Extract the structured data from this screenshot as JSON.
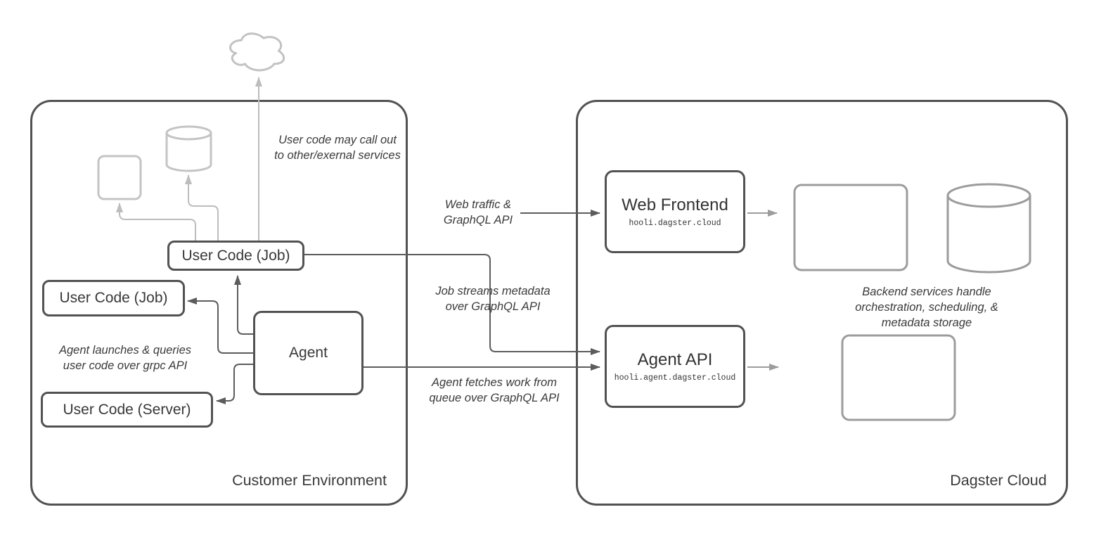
{
  "colors": {
    "stroke_dark": "#525252",
    "stroke_light": "#c2c2c2",
    "stroke_medium": "#9c9c9c",
    "arrow_dark": "#5c5c5c",
    "text": "#383838",
    "background": "#ffffff"
  },
  "customer_environment": {
    "label": "Customer Environment",
    "nodes": {
      "user_code_job_top": {
        "label": "User Code (Job)"
      },
      "user_code_job_left": {
        "label": "User Code (Job)"
      },
      "user_code_server": {
        "label": "User Code (Server)"
      },
      "agent": {
        "label": "Agent"
      }
    },
    "annotations": {
      "external_services": "User code may call out\nto other/exernal services",
      "grpc_api": "Agent launches & queries\nuser code over grpc API"
    }
  },
  "dagster_cloud": {
    "label": "Dagster Cloud",
    "nodes": {
      "web_frontend": {
        "title": "Web Frontend",
        "subtitle": "hooli.dagster.cloud"
      },
      "agent_api": {
        "title": "Agent API",
        "subtitle": "hooli.agent.dagster.cloud"
      }
    },
    "annotations": {
      "backend_services": "Backend services handle\norchestration, scheduling, &\nmetadata storage"
    }
  },
  "edge_labels": {
    "web_traffic": "Web traffic &\nGraphQL API",
    "job_streams": "Job streams metadata\nover GraphQL API",
    "agent_fetches": "Agent fetches work from\nqueue over GraphQL API"
  }
}
